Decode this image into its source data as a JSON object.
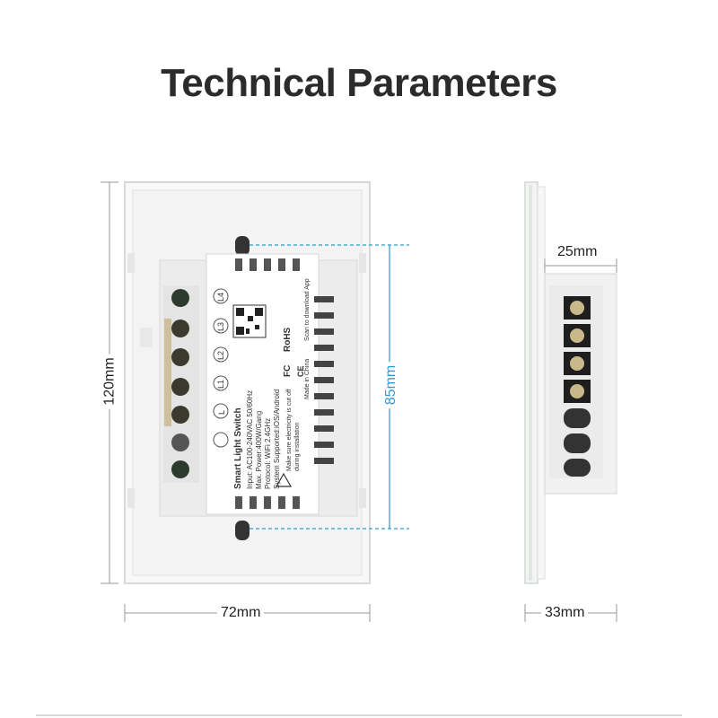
{
  "title": "Technical Parameters",
  "dimensions": {
    "height": "120mm",
    "width": "72mm",
    "mount_spacing": "85mm",
    "depth": "33mm",
    "back_depth": "25mm"
  },
  "terminals": [
    "L4",
    "L3",
    "L2",
    "L1",
    "L"
  ],
  "label": {
    "product": "Smart Light Switch",
    "input": "Input: AC100-240VAC 50/60Hz",
    "power": "Max. Power:400W/Gang",
    "protocol": "Protocol: WiFi 2.4GHz",
    "system": "System Supported:iOS/Android",
    "warning1": "Make sure electricity is cut off",
    "warning2": "during installation",
    "scan": "Scan to download App",
    "made_in": "Made in China",
    "cert_rohs": "RoHS",
    "cert_fc": "FC",
    "cert_ce": "CE"
  },
  "colors": {
    "accent_blue": "#2e9ad0",
    "terminal_green": "#2d3b2f",
    "panel_white": "#f7f7f7"
  }
}
